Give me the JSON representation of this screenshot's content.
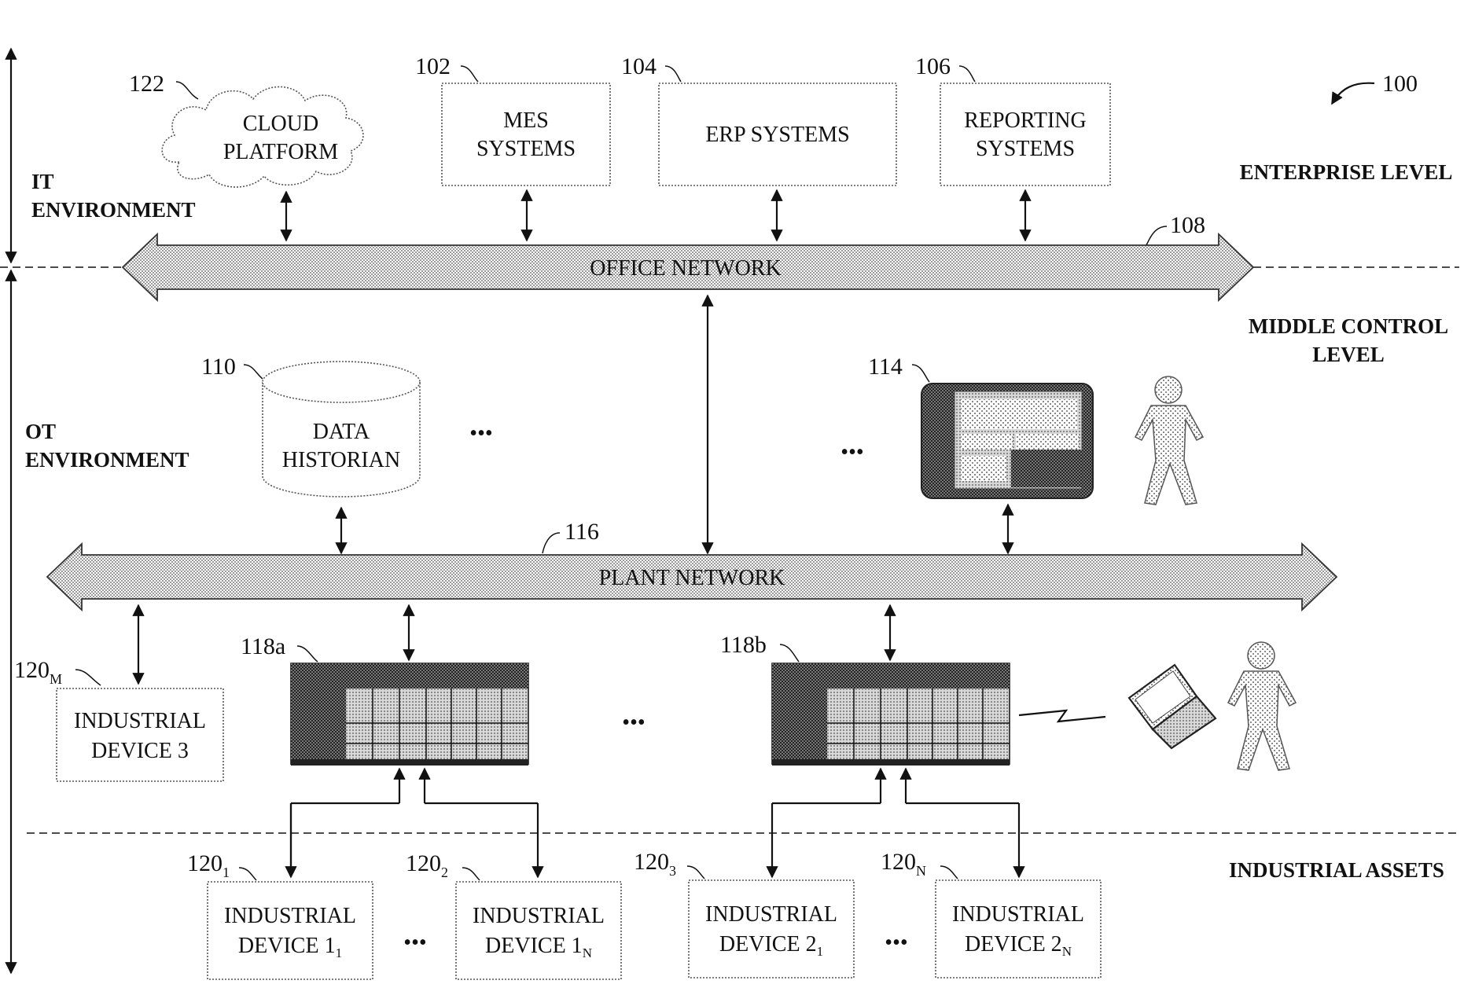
{
  "figure": {
    "ref": "100"
  },
  "levels": {
    "it_environment": [
      "IT",
      "ENVIRONMENT"
    ],
    "ot_environment": [
      "OT",
      "ENVIRONMENT"
    ],
    "enterprise": "ENTERPRISE LEVEL",
    "middle_control": [
      "MIDDLE CONTROL",
      "LEVEL"
    ],
    "industrial_assets": "INDUSTRIAL ASSETS"
  },
  "enterprise_systems": {
    "cloud": {
      "ref": "122",
      "lines": [
        "CLOUD",
        "PLATFORM"
      ]
    },
    "mes": {
      "ref": "102",
      "lines": [
        "MES",
        "SYSTEMS"
      ]
    },
    "erp": {
      "ref": "104",
      "label": "ERP SYSTEMS"
    },
    "reporting": {
      "ref": "106",
      "lines": [
        "REPORTING",
        "SYSTEMS"
      ]
    }
  },
  "networks": {
    "office": {
      "ref": "108",
      "label": "OFFICE NETWORK"
    },
    "plant": {
      "ref": "116",
      "label": "PLANT NETWORK"
    }
  },
  "middle": {
    "historian": {
      "ref": "110",
      "lines": [
        "DATA",
        "HISTORIAN"
      ]
    },
    "hmi": {
      "ref": "114"
    }
  },
  "controllers": {
    "a": {
      "ref": "118a"
    },
    "b": {
      "ref": "118b"
    }
  },
  "devices": {
    "d3": {
      "ref": "120",
      "ref_sub": "M",
      "lines": [
        "INDUSTRIAL",
        "DEVICE 3"
      ]
    },
    "d1_1": {
      "ref": "120",
      "ref_sub": "1",
      "line1": "INDUSTRIAL",
      "line2": "DEVICE 1",
      "line2_sub": "1"
    },
    "d1_n": {
      "ref": "120",
      "ref_sub": "2",
      "line1": "INDUSTRIAL",
      "line2": "DEVICE 1",
      "line2_sub": "N"
    },
    "d2_1": {
      "ref": "120",
      "ref_sub": "3",
      "line1": "INDUSTRIAL",
      "line2": "DEVICE 2",
      "line2_sub": "1"
    },
    "d2_n": {
      "ref": "120",
      "ref_sub": "N",
      "line1": "INDUSTRIAL",
      "line2": "DEVICE 2",
      "line2_sub": "N"
    }
  },
  "ellipsis": "•••"
}
